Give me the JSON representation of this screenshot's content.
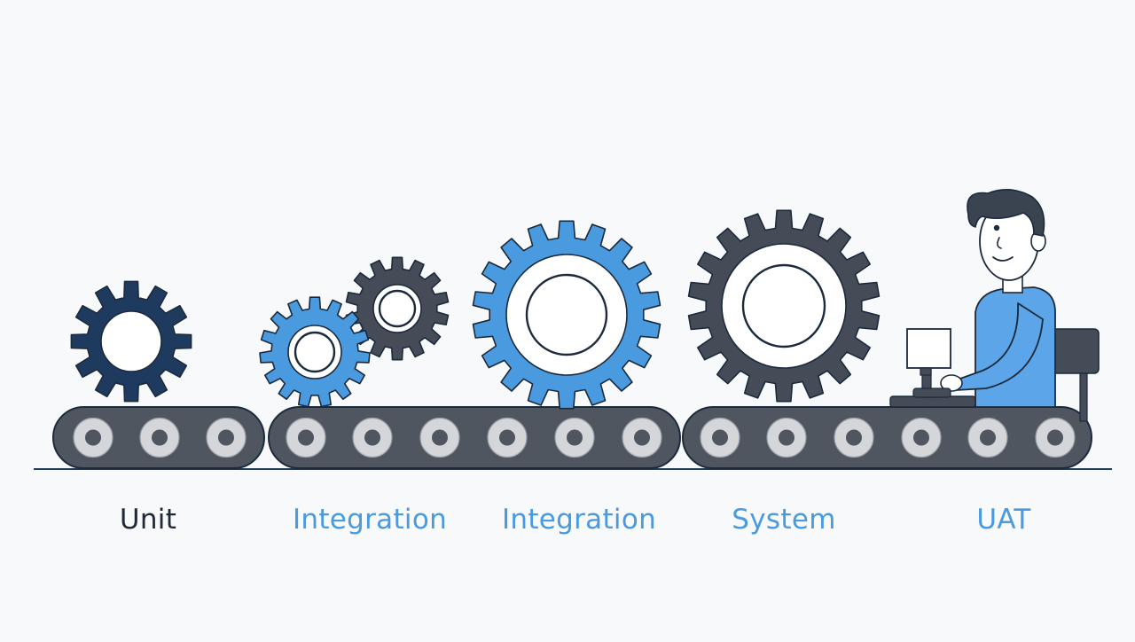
{
  "stages": [
    {
      "id": "unit",
      "label": "Unit"
    },
    {
      "id": "integration-a",
      "label": "Integration"
    },
    {
      "id": "integration-b",
      "label": "Integration"
    },
    {
      "id": "system",
      "label": "System"
    },
    {
      "id": "uat",
      "label": "UAT"
    }
  ],
  "colors": {
    "navy": "#1e3a5f",
    "blue": "#4a9ae0",
    "slate": "#454c57",
    "belt": "#50565f",
    "roller": "#d4d6da",
    "outline": "#1b2a3d",
    "shirt": "#5ba5e8",
    "hair": "#3a4350",
    "skin": "#ffffff",
    "label_dark": "#1f2937",
    "label_blue": "#4a9ae0"
  },
  "icons": [
    "gear-icon",
    "conveyor-belt-icon",
    "tester-person-icon",
    "computer-monitor-icon",
    "joystick-icon",
    "chair-icon"
  ]
}
